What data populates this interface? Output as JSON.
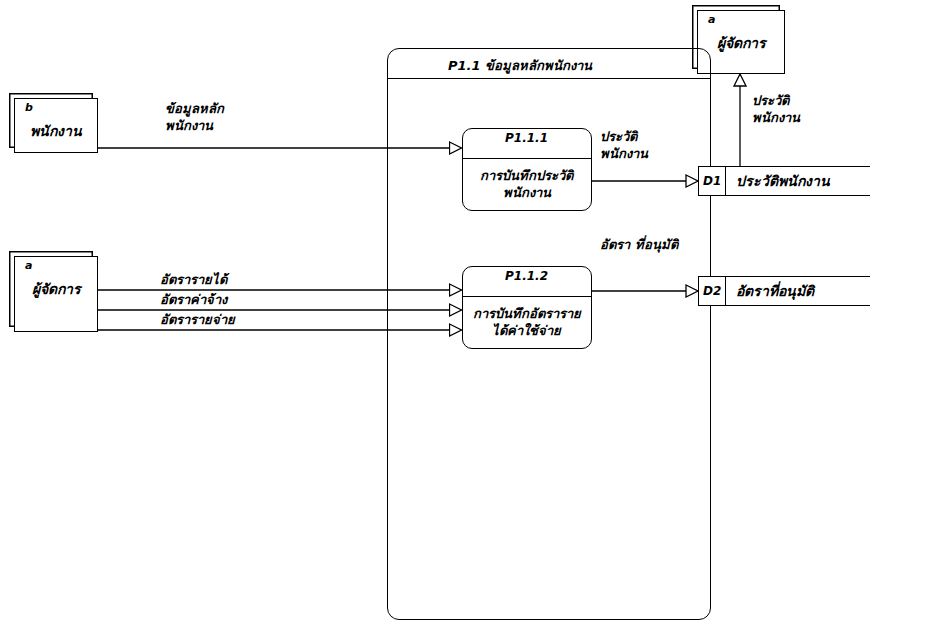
{
  "diagram": {
    "nodes": [
      {
        "text": [
          "a",
          "ผู้จัดการ"
        ]
      },
      {
        "text": [
          "P1.1 ข้อมูลหลักพนักงาน"
        ]
      },
      {
        "text": [
          "b",
          "พนักงาน"
        ]
      },
      {
        "text": [
          "P1.1.1",
          "การบันทึกประวัติพนักงาน"
        ],
        "in": 1
      },
      {
        "text": [
          "D1",
          "ประวัติพนักงาน"
        ]
      },
      {
        "text": [
          "a",
          "ผู้จัดการ"
        ]
      },
      {
        "text": [
          "P1.1.2",
          "การบันทึกอัตรารายได้ค่าใช้จ่าย"
        ],
        "in": 1
      },
      {
        "text": [
          "D2",
          "อัตราที่อนุมัติ"
        ]
      }
    ],
    "edges": [
      {
        "from": 2,
        "to": 3,
        "label": "ข้อมูลหลัก พนักงาน",
        "arrow": "to"
      },
      {
        "from": 3,
        "to": 4,
        "label": "ประวัติ พนักงาน",
        "arrow": "to"
      },
      {
        "from": 4,
        "to": 0,
        "label": "ประวัติ พนักงาน",
        "arrow": "to"
      },
      {
        "from": 5,
        "to": 6,
        "label": "อัตรารายได้",
        "arrow": "to"
      },
      {
        "from": 5,
        "to": 6,
        "label": "อัตราค่าจ้าง",
        "arrow": "to"
      },
      {
        "from": 5,
        "to": 6,
        "label": "อัตรารายจ่าย",
        "arrow": "to"
      },
      {
        "from": 6,
        "to": 7,
        "label": "อัตรา ที่อนุมัติ",
        "arrow": "to"
      }
    ]
  }
}
